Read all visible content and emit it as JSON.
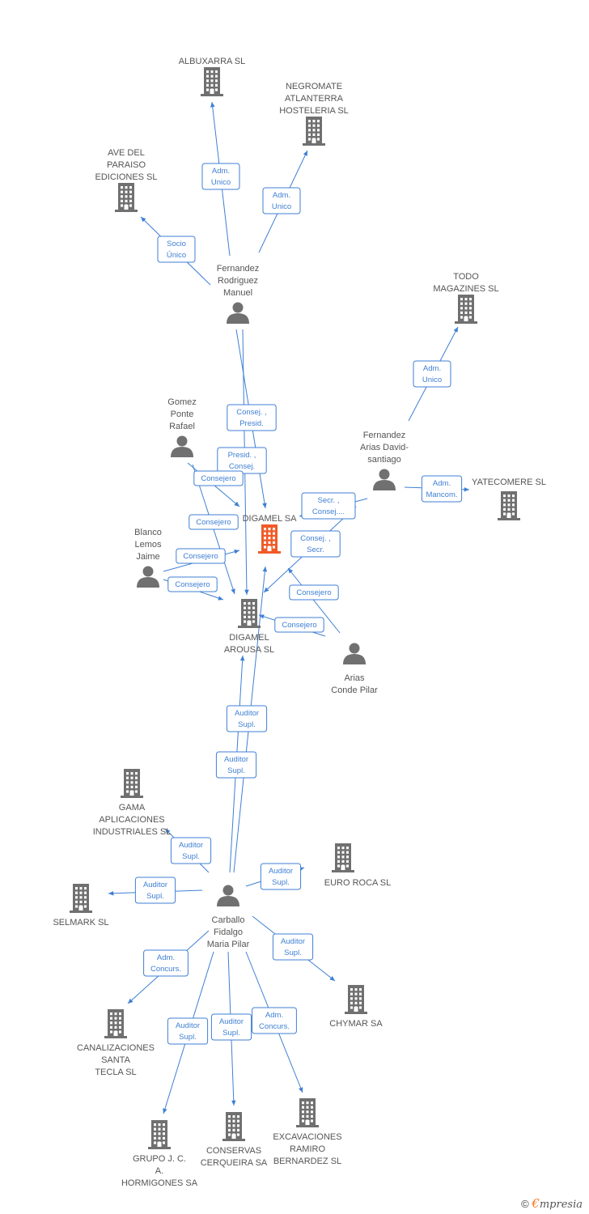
{
  "colors": {
    "company": "#707070",
    "focus_company": "#f05a28",
    "person": "#707070",
    "edge": "#3f7fd4"
  },
  "nodes": {
    "albuxarra": {
      "type": "company",
      "lines": [
        "ALBUXARRA SL"
      ]
    },
    "negromate": {
      "type": "company",
      "lines": [
        "NEGROMATE",
        "ATLANTERRA",
        "HOSTELERIA SL"
      ]
    },
    "ave": {
      "type": "company",
      "lines": [
        "AVE DEL",
        "PARAISO",
        "EDICIONES SL"
      ]
    },
    "fernandez_rodriguez": {
      "type": "person",
      "lines": [
        "Fernandez",
        "Rodriguez",
        "Manuel"
      ]
    },
    "todo": {
      "type": "company",
      "lines": [
        "TODO",
        "MAGAZINES SL"
      ]
    },
    "gomez": {
      "type": "person",
      "lines": [
        "Gomez",
        "Ponte",
        "Rafael"
      ]
    },
    "fernandez_arias": {
      "type": "person",
      "lines": [
        "Fernandez",
        "Arias David-",
        "santiago"
      ]
    },
    "yatecomere": {
      "type": "company",
      "lines": [
        "YATECOMERE SL"
      ]
    },
    "digamel": {
      "type": "focus",
      "lines": [
        "DIGAMEL SA"
      ]
    },
    "blanco": {
      "type": "person",
      "lines": [
        "Blanco",
        "Lemos",
        "Jaime"
      ]
    },
    "digamel_arousa": {
      "type": "company",
      "lines": [
        "DIGAMEL",
        "AROUSA SL"
      ]
    },
    "arias_conde": {
      "type": "person",
      "lines": [
        "Arias",
        "Conde Pilar"
      ]
    },
    "gama": {
      "type": "company",
      "lines": [
        "GAMA",
        "APLICACIONES",
        "INDUSTRIALES SL"
      ]
    },
    "euro_roca": {
      "type": "company",
      "lines": [
        "EURO ROCA SL"
      ]
    },
    "selmark": {
      "type": "company",
      "lines": [
        "SELMARK SL"
      ]
    },
    "carballo": {
      "type": "person",
      "lines": [
        "Carballo",
        "Fidalgo",
        "Maria Pilar"
      ]
    },
    "chymar": {
      "type": "company",
      "lines": [
        "CHYMAR SA"
      ]
    },
    "canalizaciones": {
      "type": "company",
      "lines": [
        "CANALIZACIONES",
        "SANTA",
        "TECLA SL"
      ]
    },
    "grupo": {
      "type": "company",
      "lines": [
        "GRUPO J. C.",
        "A.",
        "HORMIGONES SA"
      ]
    },
    "conservas": {
      "type": "company",
      "lines": [
        "CONSERVAS",
        "CERQUEIRA SA"
      ]
    },
    "excavaciones": {
      "type": "company",
      "lines": [
        "EXCAVACIONES",
        "RAMIRO",
        "BERNARDEZ SL"
      ]
    }
  },
  "edges": [
    {
      "from": "fernandez_rodriguez",
      "to": "albuxarra",
      "label": [
        "Adm.",
        "Unico"
      ]
    },
    {
      "from": "fernandez_rodriguez",
      "to": "negromate",
      "label": [
        "Adm.",
        "Unico"
      ]
    },
    {
      "from": "fernandez_rodriguez",
      "to": "ave",
      "label": [
        "Socio",
        "Único"
      ]
    },
    {
      "from": "fernandez_rodriguez",
      "to": "digamel",
      "label": [
        "Consej. ,",
        "Presid."
      ]
    },
    {
      "from": "fernandez_rodriguez",
      "to": "digamel_arousa",
      "label": [
        "Presid. ,",
        "Consej."
      ]
    },
    {
      "from": "fernandez_arias",
      "to": "todo",
      "label": [
        "Adm.",
        "Unico"
      ]
    },
    {
      "from": "fernandez_arias",
      "to": "yatecomere",
      "label": [
        "Adm.",
        "Mancom."
      ]
    },
    {
      "from": "fernandez_arias",
      "to": "digamel",
      "label": [
        "Secr. ,",
        "Consej...."
      ]
    },
    {
      "from": "fernandez_arias",
      "to": "digamel_arousa",
      "label": [
        "Consej. ,",
        "Secr."
      ]
    },
    {
      "from": "gomez",
      "to": "digamel",
      "label": [
        "Consejero"
      ]
    },
    {
      "from": "gomez",
      "to": "digamel_arousa",
      "label": [
        "Consejero"
      ]
    },
    {
      "from": "blanco",
      "to": "digamel",
      "label": [
        "Consejero"
      ]
    },
    {
      "from": "blanco",
      "to": "digamel_arousa",
      "label": [
        "Consejero"
      ]
    },
    {
      "from": "arias_conde",
      "to": "digamel",
      "label": [
        "Consejero"
      ]
    },
    {
      "from": "arias_conde",
      "to": "digamel_arousa",
      "label": [
        "Consejero"
      ]
    },
    {
      "from": "carballo",
      "to": "digamel_arousa",
      "label": [
        "Auditor",
        "Supl."
      ]
    },
    {
      "from": "carballo",
      "to": "digamel",
      "label": [
        "Auditor",
        "Supl."
      ]
    },
    {
      "from": "carballo",
      "to": "gama",
      "label": [
        "Auditor",
        "Supl."
      ]
    },
    {
      "from": "carballo",
      "to": "selmark",
      "label": [
        "Auditor",
        "Supl."
      ]
    },
    {
      "from": "carballo",
      "to": "euro_roca",
      "label": [
        "Auditor",
        "Supl."
      ]
    },
    {
      "from": "carballo",
      "to": "chymar",
      "label": [
        "Auditor",
        "Supl."
      ]
    },
    {
      "from": "carballo",
      "to": "canalizaciones",
      "label": [
        "Adm.",
        "Concurs."
      ]
    },
    {
      "from": "carballo",
      "to": "grupo",
      "label": [
        "Auditor",
        "Supl."
      ]
    },
    {
      "from": "carballo",
      "to": "conservas",
      "label": [
        "Auditor",
        "Supl."
      ]
    },
    {
      "from": "carballo",
      "to": "excavaciones",
      "label": [
        "Adm.",
        "Concurs."
      ]
    }
  ],
  "brand": {
    "copyright": "©",
    "initial": "€",
    "rest": "mpresia"
  }
}
